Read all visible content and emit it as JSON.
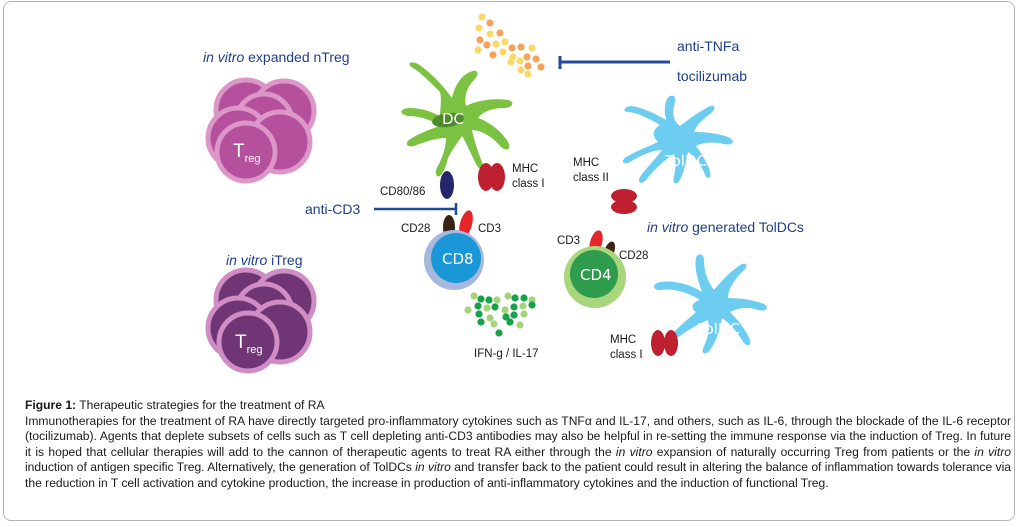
{
  "diagram": {
    "labels": {
      "ntreg_title_italic": "in vitro",
      "ntreg_title_rest": " expanded nTreg",
      "itreg_title_italic": "in vitro",
      "itreg_title_rest": " iTreg",
      "treg_main": "T",
      "treg_sub": "reg",
      "dc": "DC",
      "anti_tnfa": "anti-TNFa",
      "tocilizumab": "tocilizumab",
      "cd80_86": "CD80/86",
      "mhc_class_i_line1": "MHC",
      "mhc_class_i_line2": "class I",
      "anti_cd3": "anti-CD3",
      "cd28": "CD28",
      "cd3": "CD3",
      "cd8": "CD8",
      "cd4": "CD4",
      "cytokines_bottom": "IFN-g / IL-17",
      "toldc": "TolDC",
      "mhc_class_ii_line1": "MHC",
      "mhc_class_ii_line2": "class II",
      "toldcs_title_italic": "in vitro",
      "toldcs_title_rest": " generated TolDCs"
    },
    "colors": {
      "ntreg_fill": "#b5509c",
      "ntreg_border": "#dc96c8",
      "itreg_fill": "#6f3575",
      "itreg_border": "#d08cc4",
      "dc_green": "#7cc242",
      "dc_nucleus": "#4f8a2c",
      "toldc_blue": "#6dcdf0",
      "cd8_fill": "#1a97d6",
      "cd8_border": "#a6b8dc",
      "cd4_fill": "#2f9b4c",
      "cd4_border": "#a8d67c",
      "cd3_red": "#e5252a",
      "cd28_brown": "#3b2314",
      "mhc_red": "#be2030",
      "cd80_navy": "#25256b",
      "inhibit_line": "#1f4b96",
      "label_blue": "#1f3e8a"
    }
  },
  "caption": {
    "figure_label": "Figure 1:",
    "figure_title": " Therapeutic strategies for the treatment of RA",
    "p1": "Immunotherapies for the treatment of RA have directly targeted pro-inflammatory cytokines such as TNFα and IL-17, and others, such as IL-6, through the blockade of the IL-6 receptor (tocilizumab). Agents that deplete subsets of cells such as T cell depleting anti-CD3 antibodies may also be helpful in re-setting the immune response via the induction of Treg. In future it is hoped that cellular therapies will add to the cannon of therapeutic agents to treat RA either through the ",
    "i1": "in vitro",
    "p2": " expansion of naturally occurring Treg from patients or the ",
    "i2": "in vitro",
    "p3": " induction of antigen specific Treg. Alternatively, the generation of TolDCs ",
    "i3": "in vitro",
    "p4": " and transfer back to the patient could result in altering the balance of inflammation towards tolerance via the reduction in T cell activation and cytokine production, the increase in production of anti-inflammatory cytokines and the induction of functional Treg."
  }
}
